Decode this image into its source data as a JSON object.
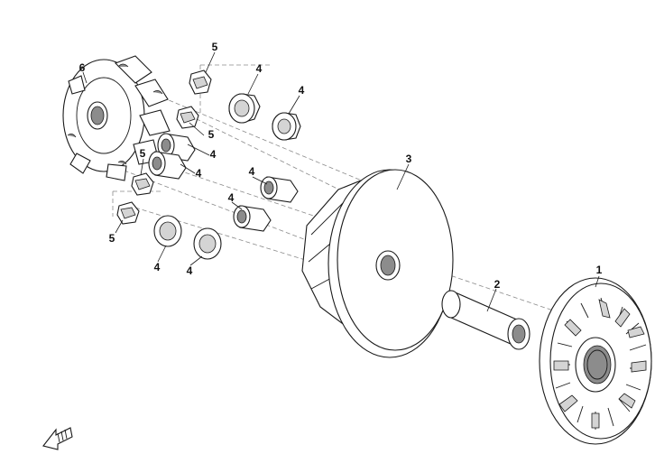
{
  "callouts": {
    "p1": "1",
    "p2": "2",
    "p3": "3",
    "p4_a": "4",
    "p4_b": "4",
    "p4_c": "4",
    "p4_d": "4",
    "p4_e": "4",
    "p4_f": "4",
    "p4_g": "4",
    "p4_h": "4",
    "p5_a": "5",
    "p5_b": "5",
    "p5_c": "5",
    "p5_d": "5",
    "p6": "6"
  },
  "icons": {
    "orientation": "front-direction-arrow-icon"
  }
}
